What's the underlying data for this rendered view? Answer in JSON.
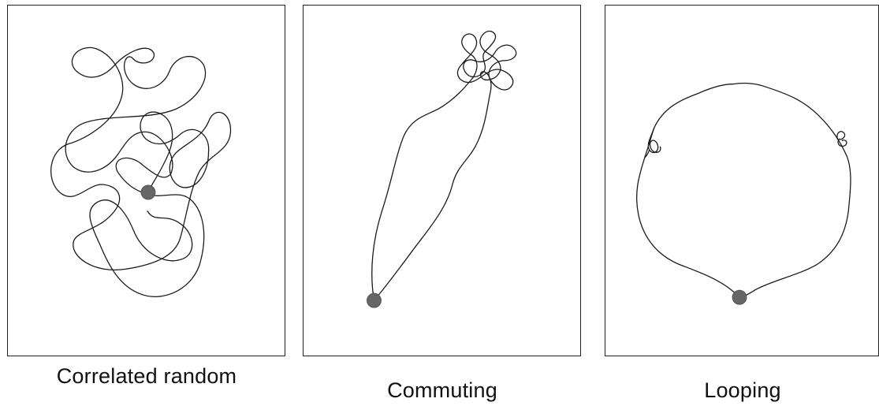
{
  "panels": [
    {
      "id": "correlated-random",
      "caption": "Correlated random"
    },
    {
      "id": "commuting",
      "caption": "Commuting"
    },
    {
      "id": "looping",
      "caption": "Looping"
    }
  ],
  "colors": {
    "border": "#222222",
    "trail": "#1a1a1a",
    "start_marker": "#666666",
    "background": "#ffffff"
  }
}
